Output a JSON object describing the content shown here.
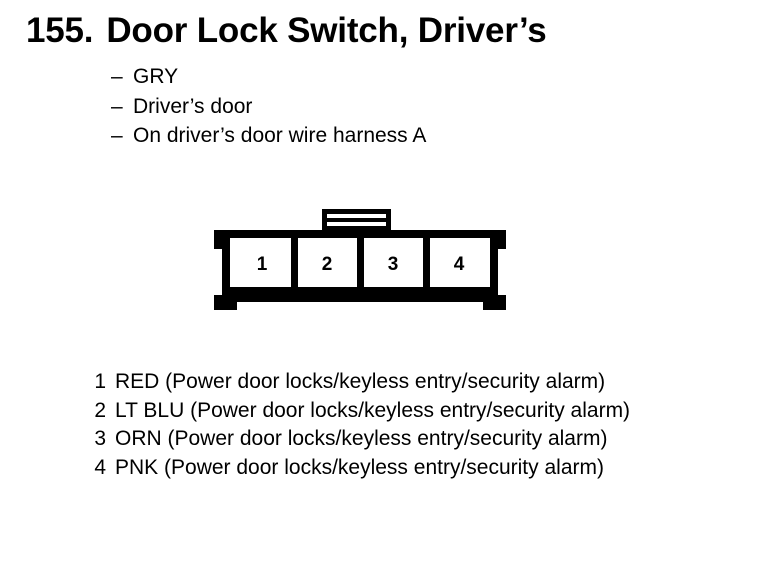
{
  "page": {
    "background_color": "#ffffff",
    "ink_color": "#000000"
  },
  "title": {
    "number": "155.",
    "text": "Door Lock Switch, Driver’s"
  },
  "bullets": {
    "dash": "–",
    "items": [
      "GRY",
      "Driver’s door",
      "On driver’s door wire harness A"
    ]
  },
  "connector": {
    "name": "4-pin-connector-face-view",
    "pin_count": 4,
    "pin_labels": [
      "1",
      "2",
      "3",
      "4"
    ],
    "has_top_latch_tab": true
  },
  "pin_list": [
    {
      "pin": "1",
      "text": "RED (Power door locks/keyless entry/security alarm)"
    },
    {
      "pin": "2",
      "text": "LT BLU (Power door locks/keyless entry/security alarm)"
    },
    {
      "pin": "3",
      "text": "ORN (Power door locks/keyless entry/security alarm)"
    },
    {
      "pin": "4",
      "text": "PNK (Power door locks/keyless entry/security alarm)"
    }
  ]
}
